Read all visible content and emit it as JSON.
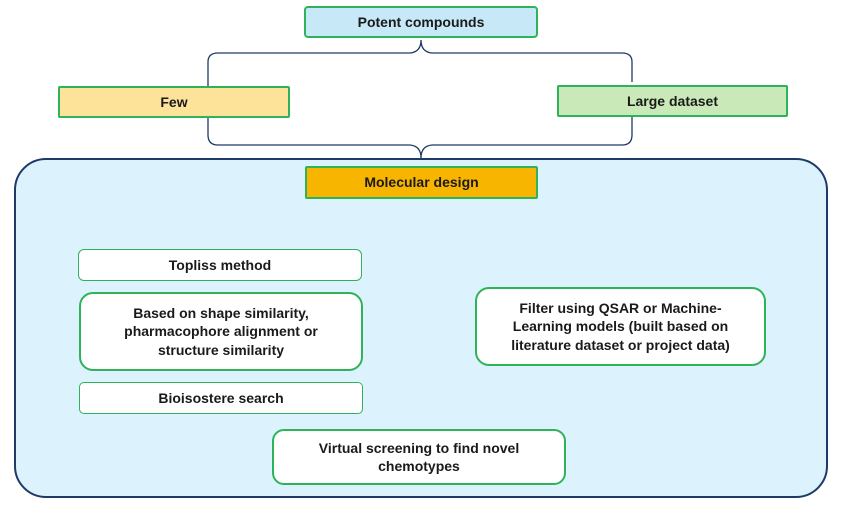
{
  "nodes": {
    "potent_compounds": "Potent compounds",
    "few": "Few",
    "large_dataset": "Large dataset",
    "molecular_design": "Molecular design",
    "topliss": "Topliss method",
    "shape_similarity": "Based on shape similarity, pharmacophore alignment or structure similarity",
    "bioisostere": "Bioisostere search",
    "qsar_filter": "Filter using QSAR or Machine-Learning models (built based on literature dataset or project data)",
    "virtual_screening": "Virtual screening to find novel chemotypes"
  },
  "colors": {
    "potent_fill": "#c6e8f7",
    "few_fill": "#fde39a",
    "large_fill": "#c9e9b8",
    "molecular_fill": "#f7b500",
    "panel_fill": "#dcf2fc",
    "panel_border": "#1e3a66",
    "box_border": "#2fb35a",
    "connector": "#1e3a66"
  }
}
